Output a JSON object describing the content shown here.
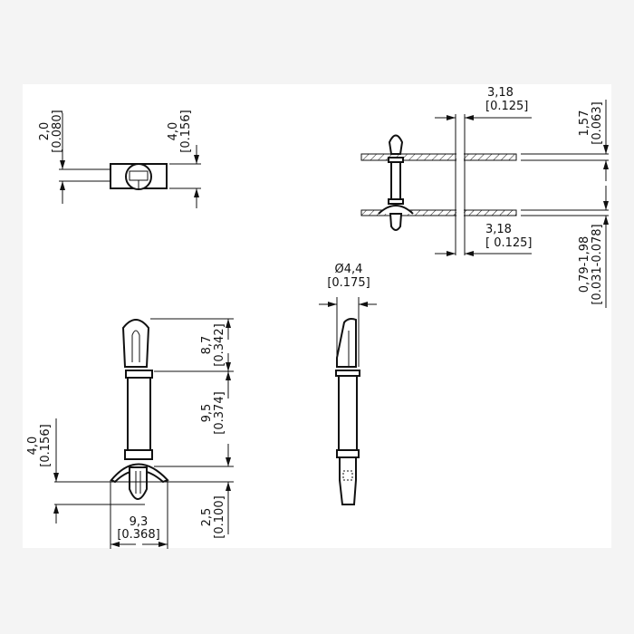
{
  "drawing": {
    "top_view": {
      "dim_left": {
        "value": "2,0",
        "inch": "[0.080]"
      },
      "dim_right": {
        "value": "4,0",
        "inch": "[0.156]"
      }
    },
    "mounted_view": {
      "hole_top": {
        "value": "3,18",
        "inch": "[0.125]"
      },
      "hole_bottom": {
        "value": "3,18",
        "inch": "[ 0.125]"
      },
      "panel_top": {
        "value": "1,57",
        "inch": "[0.063]"
      },
      "panel_bottom": {
        "value": "0,79-1,98",
        "inch": "[0.031-0.078]"
      }
    },
    "front_view": {
      "head": {
        "value": "8,7",
        "inch": "[0.342]"
      },
      "shaft": {
        "value": "9,5",
        "inch": "[0.374]"
      },
      "tip": {
        "value": "2,5",
        "inch": "[0.100]"
      },
      "base_height": {
        "value": "4,0",
        "inch": "[0.156]"
      },
      "width": {
        "value": "9,3",
        "inch": "[0.368]"
      }
    },
    "side_view": {
      "diameter": {
        "value": "Ø4,4",
        "inch": "[0.175]"
      }
    }
  }
}
